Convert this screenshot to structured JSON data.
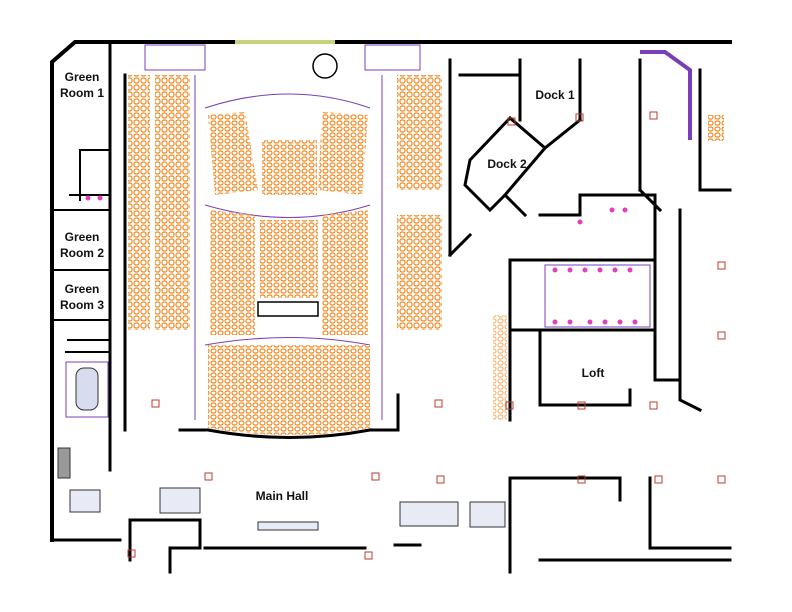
{
  "plan": {
    "rooms": {
      "green_room_1": [
        "Green",
        "Room 1"
      ],
      "green_room_2": [
        "Green",
        "Room 2"
      ],
      "green_room_3": [
        "Green",
        "Room 3"
      ],
      "dock_1": "Dock 1",
      "dock_2": "Dock 2",
      "loft": "Loft",
      "main_hall": "Main Hall"
    },
    "colors": {
      "seat": "#f08a24",
      "wall": "#000000",
      "line": "#7a3fb8",
      "accent": "#e0708a"
    }
  }
}
